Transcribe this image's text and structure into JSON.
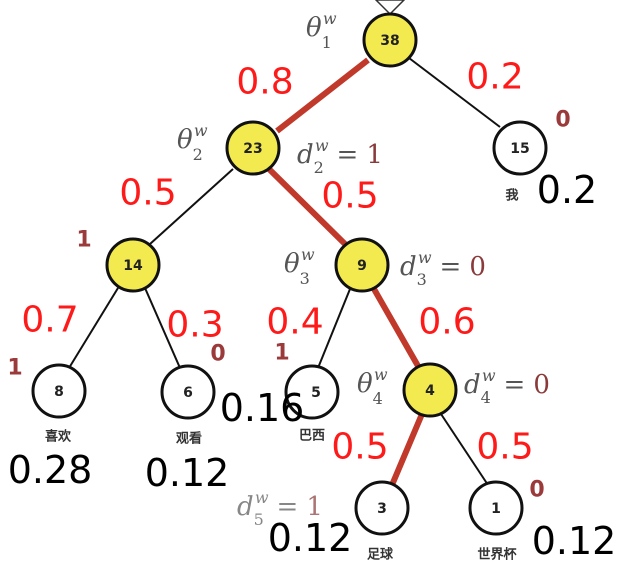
{
  "tree": {
    "nodes": {
      "root": {
        "weight": "38"
      },
      "n23": {
        "weight": "23"
      },
      "n15": {
        "weight": "15",
        "word": "我",
        "prob": "0.2",
        "code": "0"
      },
      "n14": {
        "weight": "14",
        "code": "1"
      },
      "n9": {
        "weight": "9"
      },
      "n8": {
        "weight": "8",
        "word": "喜欢",
        "prob": "0.28",
        "code": "1"
      },
      "n6": {
        "weight": "6",
        "word": "观看",
        "prob": "0.12",
        "code": "0"
      },
      "n5": {
        "weight": "5",
        "word": "巴西",
        "prob": "0.16",
        "code": "1"
      },
      "n4": {
        "weight": "4"
      },
      "n3": {
        "weight": "3",
        "word": "足球",
        "prob": "0.12"
      },
      "n1": {
        "weight": "1",
        "word": "世界杯",
        "prob": "0.12",
        "code": "0"
      }
    },
    "edges": {
      "root_n23": "0.8",
      "root_n15": "0.2",
      "n23_n14": "0.5",
      "n23_n9": "0.5",
      "n14_n8": "0.7",
      "n14_n6": "0.3",
      "n9_n5": "0.4",
      "n9_n4": "0.6",
      "n4_n3": "0.5",
      "n4_n1": "0.5"
    },
    "math": {
      "theta": "θ",
      "d": "d",
      "w": "w",
      "eq": "=",
      "theta1_sub": "1",
      "theta2_sub": "2",
      "theta3_sub": "3",
      "theta4_sub": "4",
      "d2_sub": "2",
      "d2_val": "1",
      "d3_sub": "3",
      "d3_val": "0",
      "d4_sub": "4",
      "d4_val": "0",
      "d5_sub": "5",
      "d5_val": "1"
    },
    "colors": {
      "highlight_path": "#c0392b",
      "internal_node": "#f2ea4f",
      "probability": "#ff1a1a",
      "code_bit": "#9b3a3a"
    }
  }
}
